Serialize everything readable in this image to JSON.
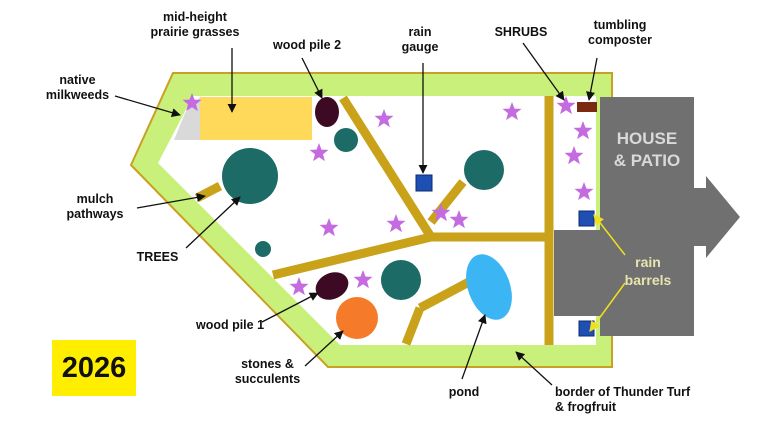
{
  "year_badge": "2026",
  "house": {
    "label": "HOUSE\n& PATIO"
  },
  "labels": {
    "prairie_grasses": "mid-height\nprairie grasses",
    "wood_pile_2": "wood pile 2",
    "rain_gauge": "rain\ngauge",
    "shrubs": "SHRUBS",
    "tumbling_composter": "tumbling\ncomposter",
    "native_milkweeds": "native\nmilkweeds",
    "mulch_pathways": "mulch\npathways",
    "trees": "TREES",
    "rain_barrels": "rain\nbarrels",
    "wood_pile_1": "wood pile 1",
    "stones_succulents": "stones &\nsucculents",
    "pond": "pond",
    "border": "border of Thunder Turf\n& frogfruit"
  },
  "colors": {
    "border_green": "#c8f07a",
    "border_outline": "#c9a021",
    "path": "#c9a21a",
    "grasses": "#ffd95a",
    "milkweed_patch": "#d9d9d9",
    "tree": "#1c6b66",
    "wood_pile": "#3d0a24",
    "stones": "#f57a2a",
    "pond": "#3cb5f5",
    "star": "#c46be0",
    "house": "#707070",
    "rain_barrel": "#1e50b4",
    "composter": "#7a2a10",
    "badge": "#ffee00"
  },
  "icons": {
    "flower": "star-icon",
    "arrow": "arrow-right-icon"
  }
}
